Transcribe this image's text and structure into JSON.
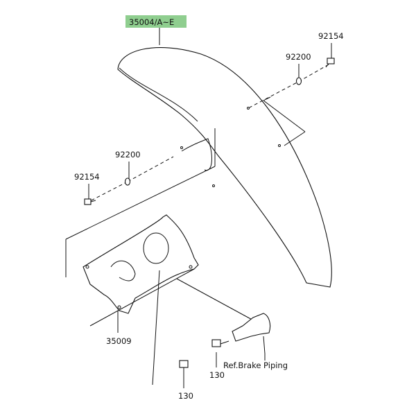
{
  "diagram": {
    "highlight_color": "#8fce8f",
    "labels": {
      "fender": "35004/A~E",
      "bolt_top_right": "92154",
      "washer_top_right": "92200",
      "washer_left": "92200",
      "bolt_left": "92154",
      "bracket": "35009",
      "bolt_right": "130",
      "brake_piping_ref": "Ref.Brake Piping",
      "bolt_bottom": "130"
    }
  }
}
